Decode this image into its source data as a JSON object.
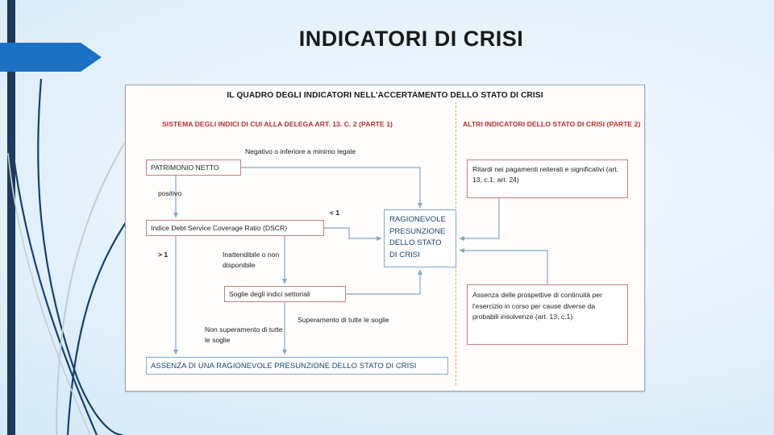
{
  "slide": {
    "title": "INDICATORI DI CRISI",
    "theme": {
      "accent_blue": "#1b72c4",
      "dark_navy": "#1b3a5c",
      "background_blue": "#d6eaf8",
      "header_red": "#b62f2c",
      "node_red_border": "#c08080",
      "node_blue_border": "#7fa8c9",
      "divider_orange": "#d9a55f"
    }
  },
  "diagram": {
    "title": "IL QUADRO DEGLI INDICATORI NELL'ACCERTAMENTO DELLO STATO DI CRISI",
    "sections": {
      "left_header": "SISTEMA DEGLI INDICI DI CUI ALLA DELEGA ART. 13. C. 2 (PARTE 1)",
      "right_header": "ALTRI INDICATORI DELLO STATO DI CRISI (PARTE 2)"
    },
    "nodes": {
      "patrimonio_netto": "PATRIMONIO NETTO",
      "dscr": "Indice Debt Service Coverage Ratio (DSCR)",
      "soglie": "Soglie degli indici settoriali",
      "ragionevole": "RAGIONEVOLE PRESUNZIONE DELLO STATO DI CRISI",
      "assenza": "ASSENZA DI UNA RAGIONEVOLE PRESUNZIONE  DELLO STATO DI CRISI",
      "ritardi": "Ritardi nei pagamenti reiterati e significativi (art. 13, c.1; art. 24)",
      "prospettive": "Assenza delle prospettive di continuità per l'esercizio in corso per cause diverse da probabili insolvenze (art. 13, c.1)"
    },
    "edge_labels": {
      "negativo": "Negativo o inferiore a minimo legale",
      "positivo": "positivo",
      "lt_one": "< 1",
      "gt_one": "> 1",
      "inattendibile": "Inattendibile o non disponibile",
      "superamento": "Superamento di tutte le soglie",
      "non_superamento": "Non superamento di tutte le soglie"
    }
  }
}
